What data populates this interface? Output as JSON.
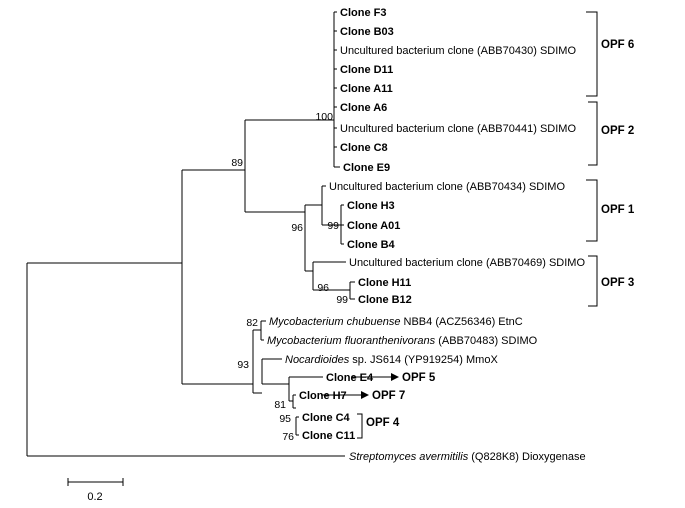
{
  "taxa": {
    "f3": "Clone F3",
    "b03": "Clone B03",
    "abb70430": "Uncultured bacterium clone (ABB70430) SDIMO",
    "d11": "Clone D11",
    "a11": "Clone A11",
    "a6": "Clone A6",
    "abb70441": "Uncultured bacterium clone (ABB70441) SDIMO",
    "c8": "Clone C8",
    "e9": "Clone E9",
    "abb70434": "Uncultured bacterium clone (ABB70434) SDIMO",
    "h3": "Clone H3",
    "a01": "Clone A01",
    "b4": "Clone B4",
    "abb70469": "Uncultured bacterium clone (ABB70469) SDIMO",
    "h11": "Clone H11",
    "b12": "Clone B12",
    "chubuense": {
      "genus": "Mycobacterium chubuense",
      "rest": " NBB4 (ACZ56346) EtnC"
    },
    "fluoranthenivorans": {
      "genus": "Mycobacterium fluoranthenivorans",
      "rest": " (ABB70483) SDIMO"
    },
    "nocardioides": {
      "genus": "Nocardioides",
      "rest": " sp. JS614 (YP919254) MmoX"
    },
    "e4": "Clone E4",
    "h7": "Clone H7",
    "c4": "Clone C4",
    "c11": "Clone C11",
    "streptomyces": {
      "genus": "Streptomyces avermitilis",
      "rest": " (Q828K8) Dioxygenase"
    }
  },
  "groups": {
    "opf6": "OPF 6",
    "opf2": "OPF 2",
    "opf1": "OPF 1",
    "opf3": "OPF 3",
    "opf5": "OPF 5",
    "opf7": "OPF 7",
    "opf4": "OPF 4"
  },
  "bootstrap": {
    "n100": "100",
    "n89": "89",
    "n99a": "99",
    "n96a": "96",
    "n96b": "96",
    "n99b": "99",
    "n82": "82",
    "n93": "93",
    "n81": "81",
    "n95": "95",
    "n76": "76"
  },
  "scale_bar": {
    "label": "0.2"
  }
}
